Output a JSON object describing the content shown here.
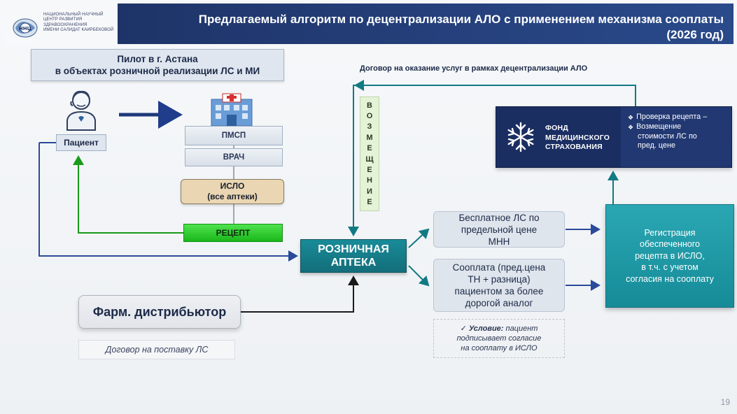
{
  "logo": {
    "lines": [
      "НАЦИОНАЛЬНЫЙ НАУЧНЫЙ",
      "ЦЕНТР РАЗВИТИЯ ЗДРАВООХРАНЕНИЯ",
      "ИМЕНИ САЛИДАТ КАИРБЕКОВОЙ"
    ]
  },
  "header": {
    "title_line1": "Предлагаемый алгоритм по децентрализации АЛО с применением механизма соoплаты",
    "title_line2": "(2026 год)"
  },
  "pilot": {
    "line1": "Пилот в г. Астана",
    "line2": "в объектах розничной реализации ЛС и МИ"
  },
  "patient": {
    "label": "Пациент"
  },
  "steps": {
    "pmsp": "ПМСП",
    "vrach": "ВРАЧ",
    "islo_line1": "ИСЛО",
    "islo_line2": "(все аптеки)",
    "recept": "РЕЦЕПТ"
  },
  "contract_top": "Договор на оказание услуг в рамках децентрализации АЛО",
  "reimbursement_letters": [
    "В",
    "О",
    "З",
    "М",
    "Е",
    "Щ",
    "Е",
    "Н",
    "И",
    "Е"
  ],
  "retail": {
    "line1": "РОЗНИЧНАЯ",
    "line2": "АПТЕКА"
  },
  "fund": {
    "name_line1": "ФОНД",
    "name_line2": "МЕДИЦИНСКОГО",
    "name_line3": "СТРАХОВАНИЯ",
    "bullet1": "Проверка рецепта –",
    "bullet2": "Возмещение",
    "bullet2_cont1": "стоимости ЛС по",
    "bullet2_cont2": "пред. цене"
  },
  "free_ls": {
    "line1": "Бесплатное ЛС по",
    "line2": "предельной цене",
    "line3": "МНН"
  },
  "copay": {
    "line1": "Сооплата (пред.цена",
    "line2": "ТН + разница)",
    "line3": "пациентом за более",
    "line4": "дорогой аналог"
  },
  "condition": {
    "mark": "✓",
    "label": "Условие:",
    "text1": " пациент",
    "line2": "подписывает согласие",
    "line3": "на сооплату в ИСЛО"
  },
  "registration": {
    "line1": "Регистрация",
    "line2": "обеспеченного",
    "line3": "рецепта в ИСЛО,",
    "line4": "в т.ч. с учетом",
    "line5": "согласия на сооплату"
  },
  "distributor": {
    "label": "Фарм. дистрибьютор"
  },
  "supply": {
    "label": "Договор на поставку ЛС"
  },
  "page_number": "19",
  "colors": {
    "header_bg": "#1e3468",
    "teal": "#168b98",
    "navy_fund": "#1a2e62",
    "green_recept": "#19b719",
    "islo_tan": "#ead6b3",
    "arrow_blue": "#1f3d8a",
    "arrow_green": "#1a9a1a",
    "arrow_teal": "#127a84"
  },
  "icons": [
    "patient-person-icon",
    "hospital-building-icon",
    "snowflake-fund-logo-icon",
    "organization-logo-icon"
  ]
}
